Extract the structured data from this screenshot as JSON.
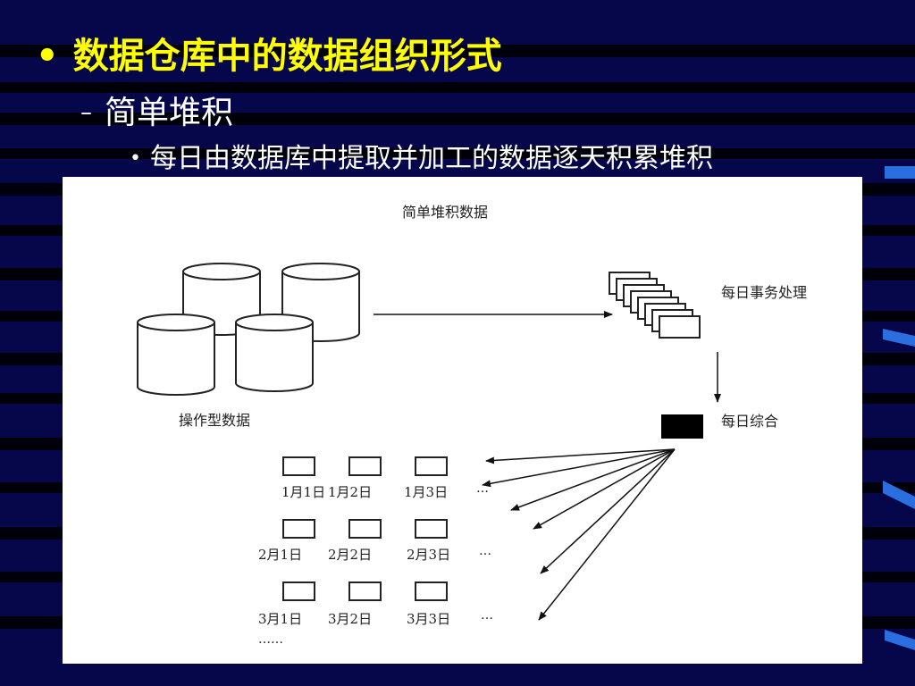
{
  "slide": {
    "bullet_1": {
      "marker": "•",
      "text": "数据仓库中的数据组织形式"
    },
    "bullet_2": {
      "marker": "–",
      "text": "简单堆积"
    },
    "bullet_3": {
      "marker": "•",
      "text": "每日由数据库中提取并加工的数据逐天积累堆积"
    }
  },
  "diagram": {
    "title": "简单堆积数据",
    "source_label": "操作型数据",
    "transactions_label": "每日事务处理",
    "summary_label": "每日综合",
    "rows": [
      {
        "cells": [
          "1月1日",
          "1月2日",
          "1月3日"
        ],
        "more": "…"
      },
      {
        "cells": [
          "2月1日",
          "2月2日",
          "2月3日"
        ],
        "more": "…"
      },
      {
        "cells": [
          "3月1日",
          "3月2日",
          "3月3日"
        ],
        "more": "…"
      }
    ],
    "continuation": "……"
  },
  "colors": {
    "background": "#06064a",
    "heading": "#ffff00",
    "body_text": "#ffffff",
    "accent_bar": "#2a6ee0"
  }
}
